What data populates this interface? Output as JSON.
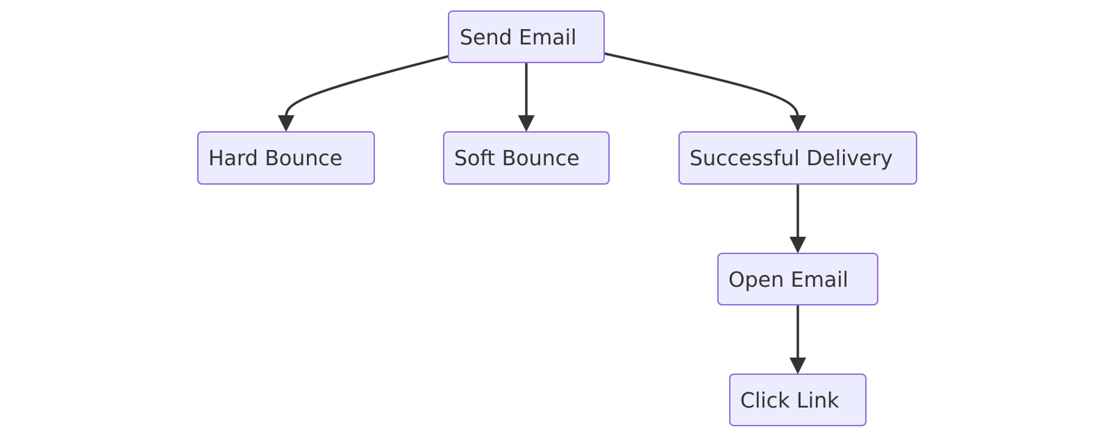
{
  "diagram": {
    "type": "flowchart",
    "colors": {
      "node_fill": "#ececff",
      "node_border": "#9370db",
      "edge": "#333333",
      "text": "#333333"
    },
    "nodes": {
      "send_email": "Send Email",
      "hard_bounce": "Hard Bounce",
      "soft_bounce": "Soft Bounce",
      "successful_delivery": "Successful Delivery",
      "open_email": "Open Email",
      "click_link": "Click Link"
    },
    "edges": [
      {
        "from": "send_email",
        "to": "hard_bounce"
      },
      {
        "from": "send_email",
        "to": "soft_bounce"
      },
      {
        "from": "send_email",
        "to": "successful_delivery"
      },
      {
        "from": "successful_delivery",
        "to": "open_email"
      },
      {
        "from": "open_email",
        "to": "click_link"
      }
    ]
  }
}
